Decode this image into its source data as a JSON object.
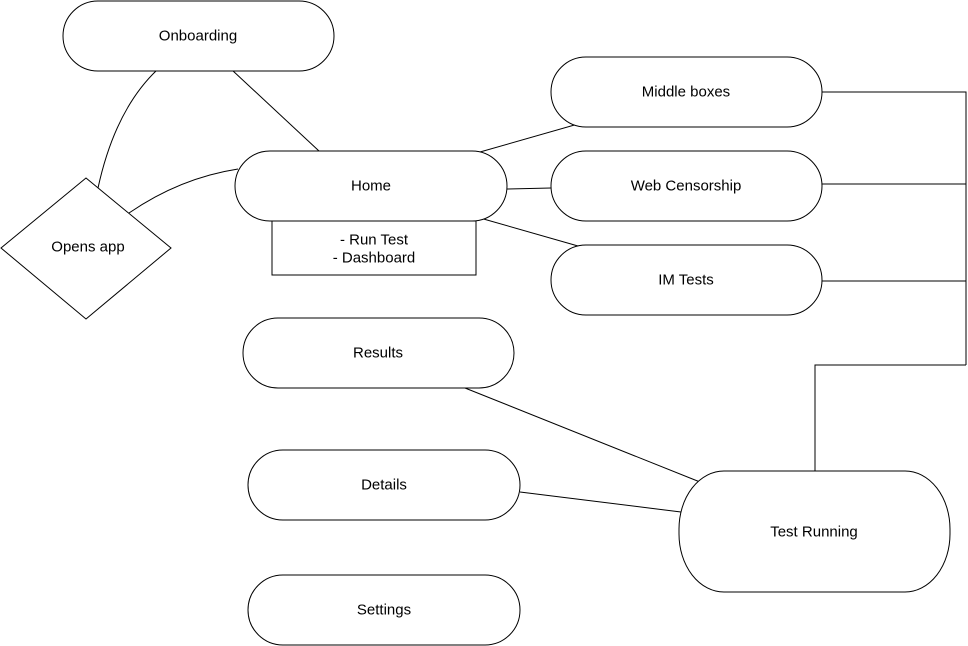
{
  "diagram": {
    "nodes": {
      "onboarding": "Onboarding",
      "opens_app": "Opens app",
      "home": "Home",
      "home_note_line1": "- Run Test",
      "home_note_line2": "- Dashboard",
      "middle_boxes": "Middle boxes",
      "web_censorship": "Web Censorship",
      "im_tests": "IM Tests",
      "results": "Results",
      "details": "Details",
      "settings": "Settings",
      "test_running": "Test Running"
    }
  }
}
